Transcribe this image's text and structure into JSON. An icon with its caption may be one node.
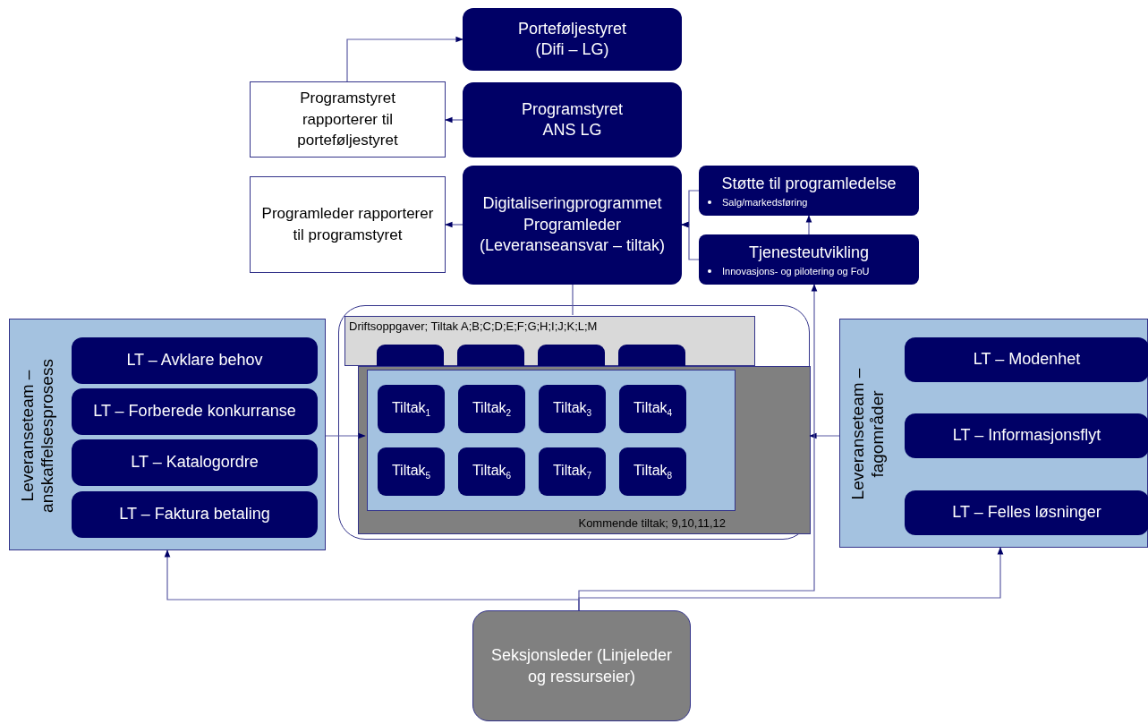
{
  "diagram": {
    "nodes": [
      {
        "text": [
          "Porteføljestyret (Difi – LG)"
        ]
      },
      {
        "text": [
          "Programstyret rapporterer til porteføljestyret"
        ]
      },
      {
        "text": [
          "Programstyret ANS LG"
        ]
      },
      {
        "text": [
          "Programleder rapporterer til programstyret"
        ]
      },
      {
        "text": [
          "Digitaliseringprogrammet Programleder (Leveranseansvar – tiltak)"
        ]
      },
      {
        "text": [
          "Støtte til programledelse",
          "Salg/markedsføring"
        ]
      },
      {
        "text": [
          "Tjenesteutvikling",
          "Innovasjons- og pilotering og FoU"
        ]
      },
      {
        "text": [],
        "shape": "box"
      },
      {
        "text": [
          "Driftsoppgaver; Tiltak A;B;C;D;E;F;G;H;I;J;K;L;M"
        ],
        "in": 7
      },
      {
        "text": [],
        "shape": "box",
        "in": 8
      },
      {
        "text": [],
        "shape": "box",
        "in": 8
      },
      {
        "text": [],
        "shape": "box",
        "in": 8
      },
      {
        "text": [],
        "shape": "box",
        "in": 8
      },
      {
        "text": [
          "Kommende tiltak; 9,10,11,12"
        ],
        "in": 7
      },
      {
        "text": [],
        "shape": "box",
        "in": 13
      },
      {
        "text": [
          "Tiltak$_{1}$"
        ],
        "in": 14
      },
      {
        "text": [
          "Tiltak$_{2}$"
        ],
        "in": 14
      },
      {
        "text": [
          "Tiltak$_{3}$"
        ],
        "in": 14
      },
      {
        "text": [
          "Tiltak$_{4}$"
        ],
        "in": 14
      },
      {
        "text": [
          "Tiltak$_{5}$"
        ],
        "in": 14
      },
      {
        "text": [
          "Tiltak$_{6}$"
        ],
        "in": 14
      },
      {
        "text": [
          "Tiltak$_{7}$"
        ],
        "in": 14
      },
      {
        "text": [
          "Tiltak$_{8}$"
        ],
        "in": 14
      },
      {
        "text": [
          "Leveranseteam – anskaffelsesprosess"
        ]
      },
      {
        "text": [
          "LT – Avklare behov"
        ],
        "in": 23
      },
      {
        "text": [
          "LT – Forberede konkurranse"
        ],
        "in": 23
      },
      {
        "text": [
          "LT – Katalogordre"
        ],
        "in": 23
      },
      {
        "text": [
          "LT – Faktura betaling"
        ],
        "in": 23
      },
      {
        "text": [
          "Leveranseteam – fagområder"
        ]
      },
      {
        "text": [
          "LT – Modenhet"
        ],
        "in": 28
      },
      {
        "text": [
          "LT – Informasjonsflyt"
        ],
        "in": 28
      },
      {
        "text": [
          "LT – Felles løsninger"
        ],
        "in": 28
      },
      {
        "text": [
          "Seksjonsleder (Linjeleder og ressurseier)"
        ]
      }
    ],
    "edges": [
      {
        "from": 1,
        "to": 0,
        "arrow": "to"
      },
      {
        "from": 2,
        "to": 1,
        "arrow": "to"
      },
      {
        "from": 4,
        "to": 3,
        "arrow": "to"
      },
      {
        "from": 5,
        "to": 4,
        "arrow": "to"
      },
      {
        "from": 6,
        "to": 4,
        "arrow": "to"
      },
      {
        "from": 6,
        "to": 5,
        "arrow": "to"
      },
      {
        "from": 4,
        "to": 8,
        "arrow": "none"
      },
      {
        "from": 23,
        "to": 14,
        "arrow": "to"
      },
      {
        "from": 28,
        "to": 13,
        "arrow": "to"
      },
      {
        "from": 32,
        "to": 23,
        "arrow": "to"
      },
      {
        "from": 32,
        "to": 28,
        "arrow": "to"
      },
      {
        "from": 32,
        "to": 6,
        "arrow": "to"
      }
    ]
  }
}
